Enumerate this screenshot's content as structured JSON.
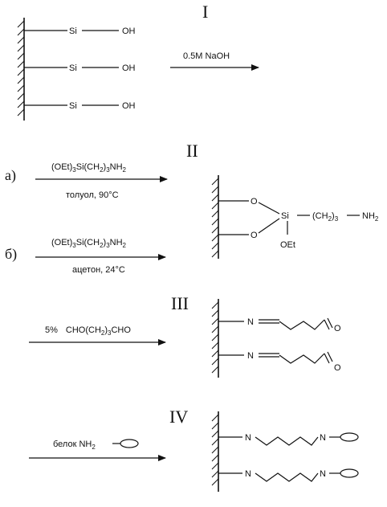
{
  "stages": {
    "I": {
      "roman": "I",
      "groups": [
        {
          "si": "Si",
          "oh": "OH"
        },
        {
          "si": "Si",
          "oh": "OH"
        },
        {
          "si": "Si",
          "oh": "OH"
        }
      ],
      "reagent": "0.5M NaOH"
    },
    "II": {
      "roman": "II",
      "route_a": {
        "letter": "а)",
        "reagent_main": "(OEt)",
        "reagent_sub1": "3",
        "reagent_mid": "Si(CH",
        "reagent_sub2": "2",
        "reagent_mid2": ")",
        "reagent_sub3": "3",
        "reagent_end": "NH",
        "reagent_sub4": "2",
        "conditions": "толуол, 90°C"
      },
      "route_b": {
        "letter": "б)",
        "reagent_main": "(OEt)",
        "reagent_sub1": "3",
        "reagent_mid": "Si(CH",
        "reagent_sub2": "2",
        "reagent_mid2": ")",
        "reagent_sub3": "3",
        "reagent_end": "NH",
        "reagent_sub4": "2",
        "conditions": "ацетон, 24°C"
      },
      "product": {
        "o1": "O",
        "o2": "O",
        "si": "Si",
        "chain_open": "(CH",
        "chain_sub": "2",
        "chain_close": ")",
        "chain_sub2": "3",
        "nh2": "NH",
        "nh2_sub": "2",
        "oet": "OEt"
      }
    },
    "III": {
      "roman": "III",
      "reagent_pct": "5%",
      "reagent": "CHO(CH",
      "reagent_sub1": "2",
      "reagent_mid": ")",
      "reagent_sub2": "3",
      "reagent_end": "CHO",
      "n1": "N",
      "n2": "N",
      "o1": "O",
      "o2": "O"
    },
    "IV": {
      "roman": "IV",
      "reagent": "белок  NH",
      "reagent_sub": "2",
      "n_left1": "N",
      "n_right1": "N",
      "n_left2": "N",
      "n_right2": "N"
    }
  }
}
